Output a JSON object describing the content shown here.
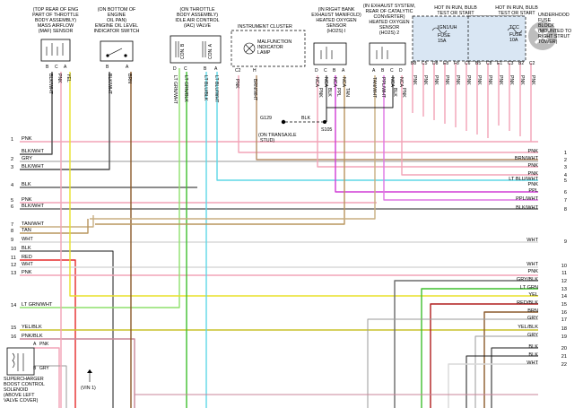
{
  "colors": {
    "PNK": "#f2a3b7",
    "BLK": "#1a1a1a",
    "GRY": "#9a9a9a",
    "BLKWHT": "#4d4d4d",
    "WHT": "#d9d9d9",
    "LTBLUWHT": "#5ed7e6",
    "PPL": "#d13cd6",
    "PPLWHT": "#df75e4",
    "TANWHT": "#c8ad80",
    "TAN": "#b8955d",
    "RED": "#e52b2b",
    "LTGRNWHT": "#8ee06b",
    "LTGRN": "#3fbf2e",
    "YEL": "#e8e02a",
    "YELBLK": "#c9c22a",
    "REDBLK": "#b01d1d",
    "BRN": "#8b5a2b",
    "GRYBLK": "#6a6a6a",
    "PNKBLK": "#c98598",
    "BRNWHT": "#b78e67"
  },
  "components": [
    {
      "id": "maf",
      "title": [
        "(TOP REAR OF ENG",
        "PART OF THROTTLE",
        "BODY ASSEMBLY)",
        "MASS AIRFLOW",
        "(MAF) SENSOR"
      ],
      "pins": [
        "B",
        "C",
        "A"
      ],
      "wires": [
        "BLK/WHT",
        "PNK",
        "YEL"
      ]
    },
    {
      "id": "oil",
      "title": [
        "(ON BOTTOM OF",
        "ENGINE",
        "OIL PAN)",
        "ENGINE OIL LEVEL",
        "INDICATOR SWITCH"
      ],
      "pins": [
        "B",
        "A"
      ],
      "wires": [
        "BLK/WHT",
        "BRN"
      ]
    },
    {
      "id": "iac",
      "title": [
        "(ON THROTTLE",
        "BODY ASSEMBLY)",
        "IDLE AIR CONTROL",
        "(IAC) VALVE"
      ],
      "pins": [
        "D",
        "C",
        "B",
        "A"
      ],
      "wires": [
        "LT GRN/WHT",
        "LT GRN/BLK",
        "LT BLU/BLK",
        "LT BLU/WHT"
      ],
      "labels": [
        "CON. B",
        "CON. A"
      ]
    },
    {
      "id": "cluster",
      "title": [
        "INSTRUMENT CLUSTER"
      ],
      "lamp": [
        "MALFUNCTION",
        "INDICATOR",
        "LAMP"
      ],
      "pins": [
        "C2",
        "H"
      ],
      "wires": [
        "PNK",
        "BRN/WHT"
      ]
    },
    {
      "id": "ho2s1",
      "title": [
        "(IN RIGHT BANK",
        "EXHAUST MANIFOLD)",
        "HEATED OXYGEN",
        "SENSOR",
        "(HO2S) I"
      ],
      "pins": [
        "D",
        "C",
        "B",
        "A"
      ],
      "wires": [
        "PNK",
        "BLK",
        "PPL",
        "TAN"
      ],
      "nca": [
        "NCA",
        "NCA",
        "NCA",
        "NCA"
      ]
    },
    {
      "id": "ho2s2",
      "title": [
        "(IN EXHAUST SYSTEM,",
        "REAR OF CATALYTIC",
        "CONVERTER)",
        "HEATED OXYGEN",
        "SENSOR",
        "(HO2S) 2"
      ],
      "pins": [
        "A",
        "B",
        "C",
        "D"
      ],
      "wires": [
        "TAN/WHT",
        "PPL/WHT",
        "BLK",
        "PNK"
      ],
      "nca": [
        "NCA",
        "NCA",
        "NCA",
        "NCA"
      ]
    },
    {
      "id": "fuse1",
      "title": [
        "HOT IN RUN, BULB",
        "TEST OR START"
      ],
      "fuse": [
        "IGN1/UH",
        "FUSE",
        "15A"
      ],
      "pins": [
        "B8",
        "C5",
        "D8",
        "E8",
        "F8",
        "C6",
        "B5",
        "C8"
      ],
      "wires": [
        "PNK",
        "PNK",
        "PNK",
        "PNK",
        "PNK",
        "PNK",
        "PNK",
        "PNK"
      ]
    },
    {
      "id": "fuse2",
      "title": [
        "HOT IN RUN, BULB",
        "TEST OR START"
      ],
      "fuse": [
        "TCC",
        "FUSE",
        "10A"
      ],
      "pins": [
        "E1",
        "C3",
        "B2",
        "C2"
      ],
      "wires": [
        "PNK",
        "PNK",
        "PNK",
        "PNK"
      ]
    },
    {
      "id": "underhood",
      "title": [
        "UNDERHOOD",
        "FUSE",
        "BLOCK",
        "(MOUNTED TO",
        "RIGHT STRUT",
        "TOWER)"
      ]
    }
  ],
  "ground": {
    "name": "G129",
    "note": [
      "(ON TRANSAXLE",
      "STUD)"
    ],
    "wire": "BLK",
    "splice": "S105"
  },
  "solenoid": {
    "title": [
      "SUPERCHARGER",
      "BOOST CONTROL",
      "SOLENOID",
      "(ABOVE LEFT",
      "VALVE COVER)"
    ],
    "pin_a": "A",
    "wire_a": "PNK",
    "pin_b": "B",
    "wire_b": "GRY"
  },
  "vin": "(VIN 1)",
  "left_rows": [
    {
      "num": "1",
      "wire": "PNK"
    },
    {
      "num": "",
      "wire": "BLK/WHT"
    },
    {
      "num": "2",
      "wire": "GRY"
    },
    {
      "num": "3",
      "wire": "BLK/WHT"
    },
    {
      "num": "4",
      "wire": "BLK"
    },
    {
      "num": "5",
      "wire": "PNK"
    },
    {
      "num": "6",
      "wire": "BLK/WHT"
    },
    {
      "num": "7",
      "wire": "TAN/WHT"
    },
    {
      "num": "8",
      "wire": "TAN"
    },
    {
      "num": "9",
      "wire": "WHT"
    },
    {
      "num": "10",
      "wire": "BLK"
    },
    {
      "num": "11",
      "wire": "RED"
    },
    {
      "num": "12",
      "wire": "WHT"
    },
    {
      "num": "13",
      "wire": "PNK"
    },
    {
      "num": "14",
      "wire": "LT GRN/WHT"
    },
    {
      "num": "15",
      "wire": "YEL/BLK"
    },
    {
      "num": "16",
      "wire": "PNK/BLK"
    }
  ],
  "right_rows": [
    {
      "num": "1",
      "wire": "PNK"
    },
    {
      "num": "2",
      "wire": "BRN/WHT"
    },
    {
      "num": "3",
      "wire": "PNK"
    },
    {
      "num": "4",
      "wire": "PNK"
    },
    {
      "num": "5",
      "wire": "LT BLU/WHT"
    },
    {
      "num": "",
      "wire": "PNK"
    },
    {
      "num": "6",
      "wire": "PPL"
    },
    {
      "num": "7",
      "wire": "PPL/WHT"
    },
    {
      "num": "8",
      "wire": "BLK/WHT"
    },
    {
      "num": "9",
      "wire": "WHT"
    },
    {
      "num": "10",
      "wire": "WHT"
    },
    {
      "num": "11",
      "wire": "PNK"
    },
    {
      "num": "12",
      "wire": "GRY/BLK"
    },
    {
      "num": "13",
      "wire": "LT GRN"
    },
    {
      "num": "14",
      "wire": "YEL"
    },
    {
      "num": "15",
      "wire": "RED/BLK"
    },
    {
      "num": "16",
      "wire": "BRN"
    },
    {
      "num": "17",
      "wire": "GRY"
    },
    {
      "num": "18",
      "wire": "YEL/BLK"
    },
    {
      "num": "19",
      "wire": "GRY"
    },
    {
      "num": "20",
      "wire": "BLK"
    },
    {
      "num": "21",
      "wire": "BLK"
    },
    {
      "num": "22",
      "wire": "WHT"
    }
  ]
}
